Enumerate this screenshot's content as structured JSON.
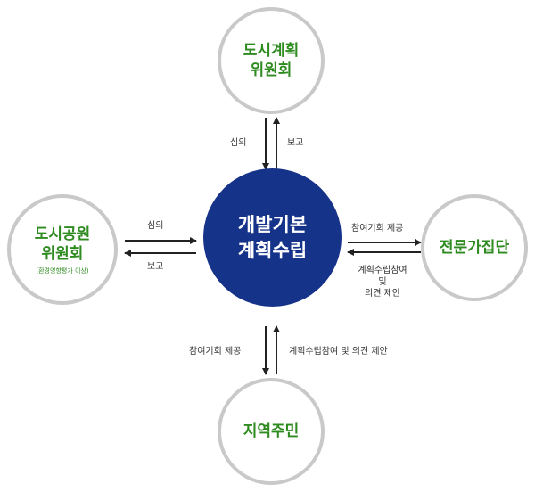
{
  "nodes": {
    "center": {
      "line1": "개발기본",
      "line2": "계획수립"
    },
    "top": {
      "line1": "도시계획",
      "line2": "위원회"
    },
    "left": {
      "line1": "도시공원",
      "line2": "위원회",
      "sub": "(환경영향평가 이상)"
    },
    "right": {
      "line1": "전문가집단"
    },
    "bottom": {
      "line1": "지역주민"
    }
  },
  "edges": {
    "top": {
      "down": "심의",
      "up": "보고"
    },
    "left": {
      "right": "심의",
      "left": "보고"
    },
    "right": {
      "right": "참여기회 제공",
      "left_line1": "계획수립참여",
      "left_line2": "및",
      "left_line3": "의견 제안"
    },
    "bottom": {
      "down": "참여기회 제공",
      "up": "계획수립참여 및 의견 제안"
    }
  },
  "colors": {
    "center_fill": "#16338a",
    "node_border": "#c9c9c9",
    "node_text": "#2e8b1f",
    "arrow": "#222222"
  }
}
